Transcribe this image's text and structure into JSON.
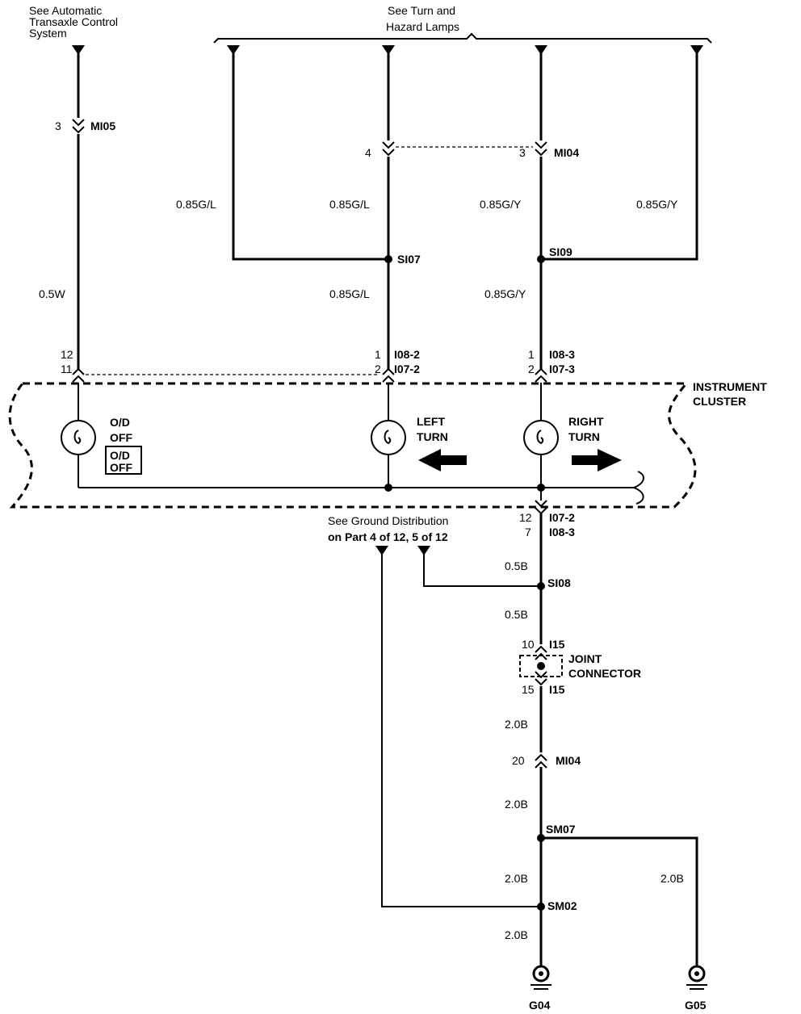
{
  "notes": {
    "atcs": [
      "See Automatic",
      "Transaxle Control",
      "System"
    ],
    "turn_hazard": [
      "See Turn and",
      "Hazard Lamps"
    ],
    "ground_dist": [
      "See Ground Distribution",
      "on Part 4 of 12, 5 of 12"
    ]
  },
  "connectors": {
    "mi05": {
      "pin": "3",
      "name": "MI05"
    },
    "mi04_left": {
      "pin": "4"
    },
    "mi04_right": {
      "pin": "3",
      "name": "MI04"
    },
    "cluster_left": {
      "pin_top": "12",
      "pin_bot": "11"
    },
    "cluster_mid": {
      "pin_top": "1",
      "pin_bot": "2",
      "name_top": "I08-2",
      "name_bot": "I07-2"
    },
    "cluster_right": {
      "pin_top": "1",
      "pin_bot": "2",
      "name_top": "I08-3",
      "name_bot": "I07-3"
    },
    "cluster_ground": {
      "pin_top": "12",
      "pin_bot": "7",
      "name_top": "I07-2",
      "name_bot": "I08-3"
    },
    "i15_top": {
      "pin": "10",
      "name": "I15"
    },
    "i15_bot": {
      "pin": "15",
      "name": "I15"
    },
    "mi04_ground": {
      "pin": "20",
      "name": "MI04"
    }
  },
  "wires": {
    "w1": "0.85G/L",
    "w2": "0.85G/L",
    "w3": "0.85G/Y",
    "w4": "0.85G/Y",
    "w5": "0.5W",
    "w6": "0.85G/L",
    "w7": "0.85G/Y",
    "g1": "0.5B",
    "g2": "0.5B",
    "g3": "2.0B",
    "g4": "2.0B",
    "g5": "2.0B",
    "g6": "2.0B",
    "g7": "2.0B"
  },
  "splices": {
    "si07": "SI07",
    "si09": "SI09",
    "si08": "SI08",
    "sm07": "SM07",
    "sm02": "SM02"
  },
  "cluster": {
    "title": [
      "INSTRUMENT",
      "CLUSTER"
    ]
  },
  "lamps": {
    "od": [
      "O/D",
      "OFF"
    ],
    "od_box": [
      "O/D",
      "OFF"
    ],
    "left": [
      "LEFT",
      "TURN"
    ],
    "right": [
      "RIGHT",
      "TURN"
    ]
  },
  "joint": [
    "JOINT",
    "CONNECTOR"
  ],
  "grounds": {
    "g04": "G04",
    "g05": "G05"
  }
}
